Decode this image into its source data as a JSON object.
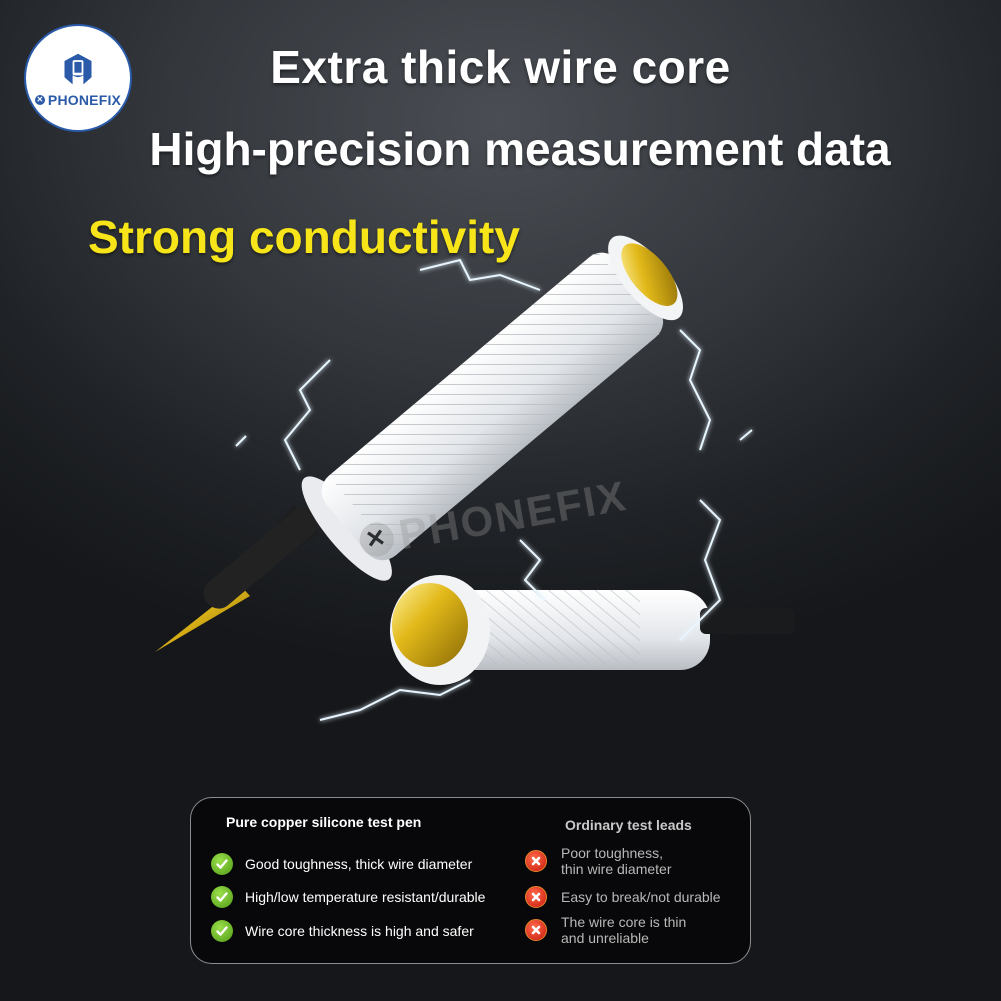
{
  "brand": {
    "logo_text": "PHONEFIX",
    "watermark_text": "PHONEFIX",
    "brand_color": "#2a5aa8"
  },
  "headline": {
    "line1": "Extra thick wire core",
    "line2": "High-precision measurement data",
    "line3": "Strong conductivity",
    "line3_color": "#f7e51a"
  },
  "comparison": {
    "good": {
      "title": "Pure copper silicone test pen",
      "items": [
        "Good toughness, thick wire diameter",
        "High/low temperature resistant/durable",
        "Wire core thickness is high and safer"
      ],
      "icon": "check-circle-icon",
      "icon_color": "#6cbf22"
    },
    "bad": {
      "title": "Ordinary test leads",
      "items": [
        [
          "Poor toughness,",
          "thin wire diameter"
        ],
        [
          "Easy to break/not durable"
        ],
        [
          "The wire core is thin",
          "and unreliable"
        ]
      ],
      "icon": "x-circle-icon",
      "icon_color": "#e0261a"
    }
  }
}
